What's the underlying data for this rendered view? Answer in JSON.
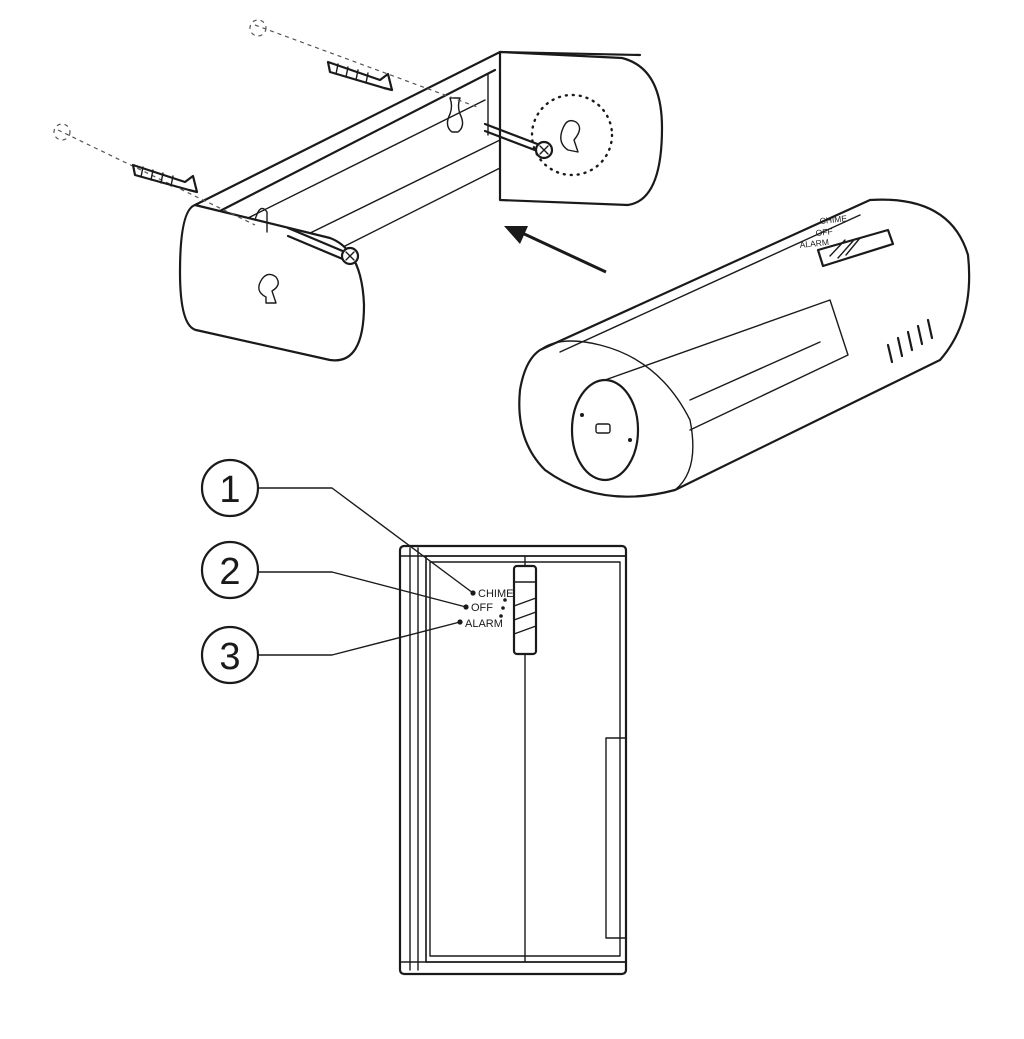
{
  "top_view": {
    "switch_labels": [
      "CHIME",
      "OFF",
      "ALARM"
    ]
  },
  "front_view": {
    "switch_labels": {
      "chime": "CHIME",
      "off": "OFF",
      "alarm": "ALARM"
    }
  },
  "callouts": [
    {
      "number": "1",
      "target": "CHIME"
    },
    {
      "number": "2",
      "target": "OFF"
    },
    {
      "number": "3",
      "target": "ALARM"
    }
  ]
}
